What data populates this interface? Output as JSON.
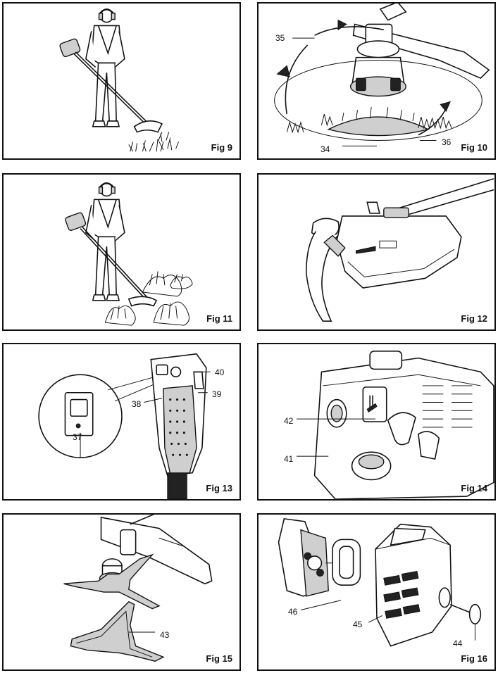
{
  "panels": [
    {
      "figure": "Fig 9",
      "callouts": []
    },
    {
      "figure": "Fig 10",
      "callouts": [
        "35",
        "36",
        "34"
      ]
    },
    {
      "figure": "Fig 11",
      "callouts": []
    },
    {
      "figure": "Fig 12",
      "callouts": []
    },
    {
      "figure": "Fig 13",
      "callouts": [
        "40",
        "39",
        "38",
        "37"
      ]
    },
    {
      "figure": "Fig 14",
      "callouts": [
        "42",
        "41"
      ]
    },
    {
      "figure": "Fig 15",
      "callouts": [
        "43"
      ]
    },
    {
      "figure": "Fig 16",
      "callouts": [
        "46",
        "45",
        "44"
      ]
    }
  ]
}
